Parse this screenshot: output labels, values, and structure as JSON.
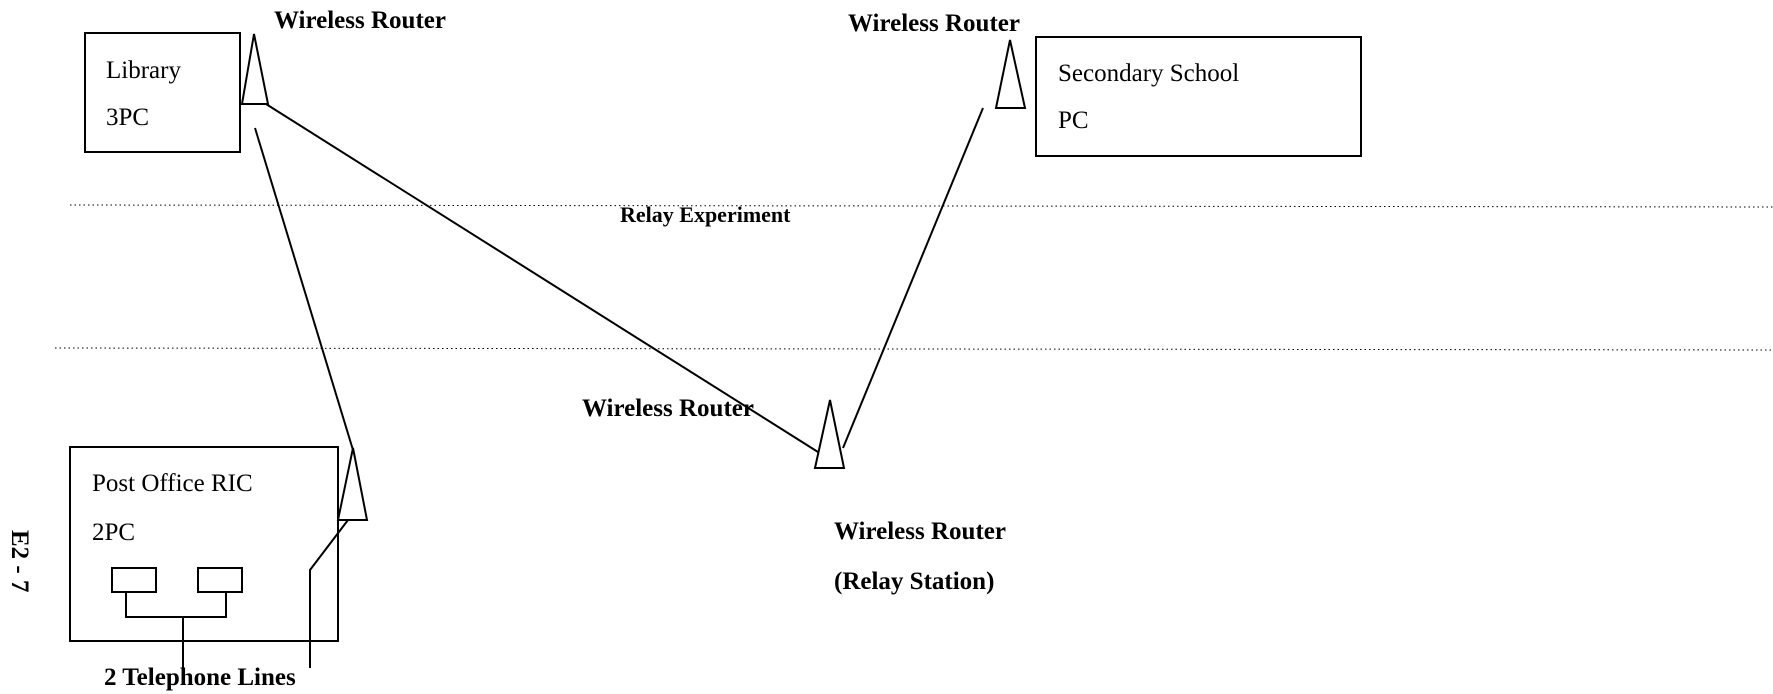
{
  "diagram": {
    "router_library_label": "Wireless Router",
    "router_school_label": "Wireless Router",
    "router_mid_label": "Wireless Router",
    "relay_station_label_line1": "Wireless Router",
    "relay_station_label_line2": "(Relay Station)",
    "library": {
      "name": "Library",
      "pcs": "3PC"
    },
    "school": {
      "name": "Secondary School",
      "pcs": "PC"
    },
    "post_office": {
      "name": "Post Office RIC",
      "pcs": "2PC"
    },
    "relay_experiment_label": "Relay Experiment",
    "telephone_lines_label": "2 Telephone Lines",
    "page_number": "E2 - 7"
  }
}
